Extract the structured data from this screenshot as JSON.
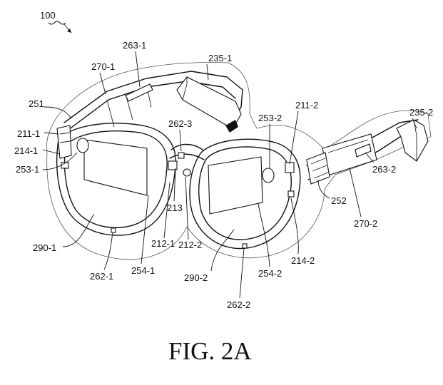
{
  "figure": {
    "title": "FIG. 2A",
    "reference": "100"
  },
  "labels": {
    "l_270_1": "270-1",
    "l_263_1": "263-1",
    "l_235_1": "235-1",
    "l_251": "251",
    "l_262_3": "262-3",
    "l_253_2": "253-2",
    "l_211_2": "211-2",
    "l_235_2": "235-2",
    "l_211_1": "211-1",
    "l_214_1": "214-1",
    "l_253_1": "253-1",
    "l_213": "213",
    "l_252": "252",
    "l_263_2": "263-2",
    "l_270_2": "270-2",
    "l_290_1": "290-1",
    "l_212_1": "212-1",
    "l_212_2": "212-2",
    "l_214_2": "214-2",
    "l_262_1": "262-1",
    "l_254_1": "254-1",
    "l_290_2": "290-2",
    "l_254_2": "254-2",
    "l_262_2": "262-2"
  }
}
